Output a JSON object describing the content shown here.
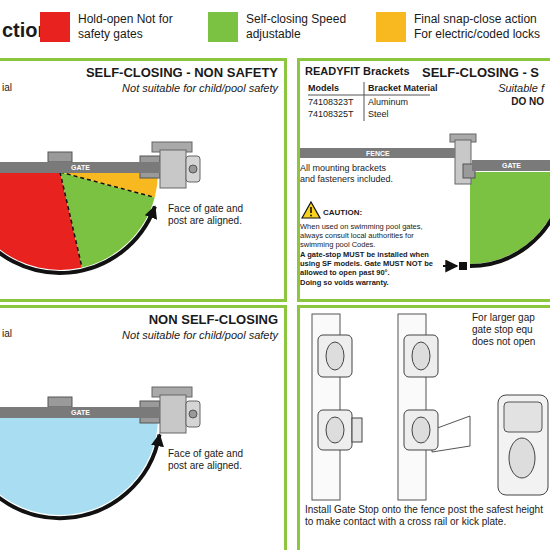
{
  "diagram": {
    "nodes": [
      {
        "text": [
          "SELF-CLOSING - NON SAFETY",
          "Not suitable for child/pool safety"
        ]
      },
      {
        "text": [
          "GATE"
        ],
        "in": 0
      },
      {
        "text": [
          "SELF-CLOSING - S",
          "Suitable f",
          "DO NO"
        ]
      },
      {
        "text": [
          "FENCE"
        ],
        "in": 2
      },
      {
        "text": [
          "GATE"
        ],
        "in": 2
      },
      {
        "text": [
          "NON SELF-CLOSING",
          "Not suitable for child/pool safety"
        ]
      },
      {
        "text": [
          "GATE"
        ],
        "in": 5
      },
      {
        "text": [
          "For larger gap gate stop equ does not open",
          "Install Gate Stop onto the fence post the safest height to make contact with a cross rail or kick plate."
        ]
      }
    ],
    "labels": [
      "ction",
      "ial",
      "Face of gate and post are aligned.",
      "READYFIT Brackets",
      "Models",
      "Bracket Material",
      "74108323T",
      "Aluminum",
      "74108325T",
      "Steel",
      "All mounting brackets and fasteners included.",
      "CAUTION:",
      "When used on swimming pool gates, always consult local authorities for swimming pool Codes.",
      "A gate-stop MUST be installed when using SF models. Gate MUST NOT be allowed to open past 90°.",
      "Doing so voids warranty.",
      "ial",
      "Face of gate and post are aligned."
    ],
    "legend": [
      {
        "text": "Hold-open Not for safety gates",
        "color": "#e8231f"
      },
      {
        "text": "Self-closing Speed adjustable",
        "color": "#7cc242"
      },
      {
        "text": "Final snap-close action For electric/coded locks",
        "color": "#f8b820"
      }
    ]
  }
}
